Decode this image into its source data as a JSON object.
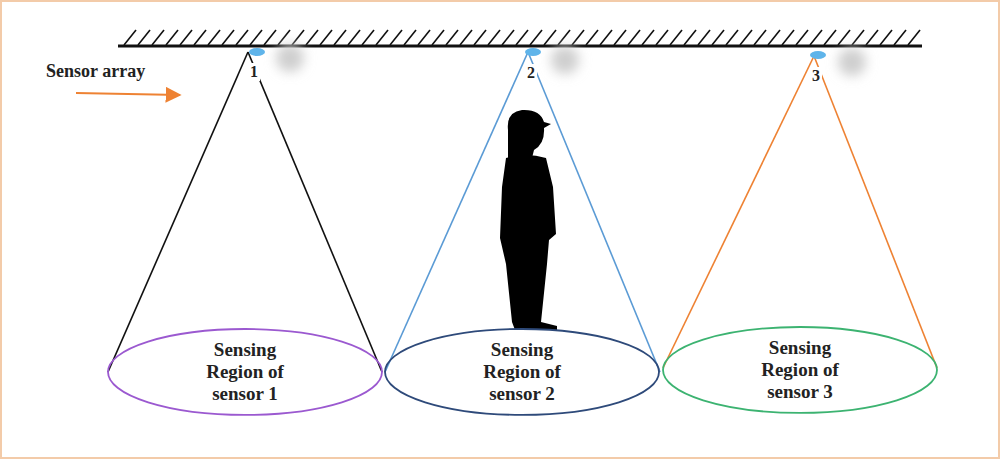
{
  "diagram": {
    "nodes": [
      {
        "text": [
          "Sensing Region of sensor 1"
        ]
      },
      {
        "text": [
          "Sensing Region of sensor 2"
        ]
      },
      {
        "text": [
          "Sensing Region of sensor 3"
        ]
      }
    ],
    "labels": [
      "Sensor array",
      "1",
      "2",
      "3"
    ]
  }
}
